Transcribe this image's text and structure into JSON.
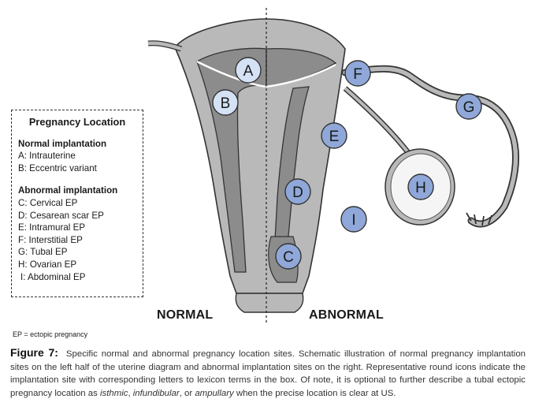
{
  "legend": {
    "title": "Pregnancy Location",
    "normal_heading": "Normal implantation",
    "normal_items": [
      "A: Intrauterine",
      "B: Eccentric variant"
    ],
    "abnormal_heading": "Abnormal implantation",
    "abnormal_items": [
      "C: Cervical EP",
      "D: Cesarean scar EP",
      "E: Intramural EP",
      "F: Interstitial EP",
      "G: Tubal EP",
      "H: Ovarian EP",
      "I: Abdominal EP"
    ]
  },
  "abbreviation_note": "EP = ectopic pregnancy",
  "labels": {
    "normal": "NORMAL",
    "abnormal": "ABNORMAL"
  },
  "sites": {
    "A": "A",
    "B": "B",
    "C": "C",
    "D": "D",
    "E": "E",
    "F": "F",
    "G": "G",
    "H": "H",
    "I": "I"
  },
  "caption": {
    "figure_label": "Figure 7:",
    "text_1": "Specific normal and abnormal pregnancy location sites. Schematic illustration of normal pregnancy implantation sites on the left half of the uterine diagram and abnormal implantation sites on the right. Representative round icons indicate the implantation site with corresponding letters to lexicon terms in the box. Of note, it is optional to further describe a tubal ectopic pregnancy location as ",
    "term_1": "isthmic",
    "sep_1": ", ",
    "term_2": "infundibular",
    "sep_2": ", or ",
    "term_3": "ampullary",
    "text_2": " when the precise location is clear at US."
  },
  "colors": {
    "wall": "#b9b9b9",
    "cavity": "#8c8c8c",
    "site_fill": "#d5e2f5",
    "site_fill_abnormal": "#8fa8d9",
    "outline": "#333333"
  }
}
